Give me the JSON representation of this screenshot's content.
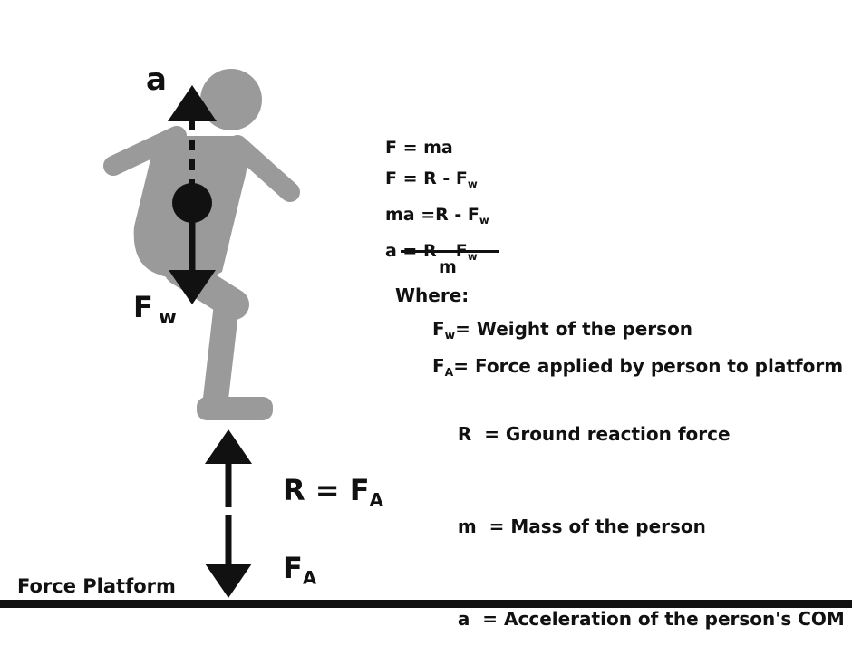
{
  "diagram": {
    "labels": {
      "acceleration": "a",
      "weight_main": "F",
      "weight_sub": "w",
      "reaction_main": "R = F",
      "reaction_sub": "A",
      "applied_main": "F",
      "applied_sub": "A",
      "platform": "Force Platform"
    },
    "equations": [
      {
        "main": "F = ma",
        "sub": ""
      },
      {
        "main": "F = R - F",
        "sub": "w"
      },
      {
        "main": "ma =R - F",
        "sub": "w"
      },
      {
        "main": "a = R - F",
        "sub": "w"
      }
    ],
    "fraction_denominator": "m",
    "where_label": "Where:",
    "definitions": [
      {
        "sym": "F",
        "sub": "w",
        "text": "= Weight of the person"
      },
      {
        "sym": "F",
        "sub": "A",
        "text": "= Force applied by person to platform"
      },
      {
        "sym": "R",
        "sub": "",
        "text": "  = Ground reaction force"
      },
      {
        "sym": "m",
        "sub": "",
        "text": "  = Mass of the person"
      },
      {
        "sym": "a",
        "sub": "",
        "text": "  = Acceleration of the person's COM"
      }
    ],
    "colors": {
      "figure": "#9a9a9a",
      "ink": "#111111",
      "background": "#ffffff"
    }
  }
}
